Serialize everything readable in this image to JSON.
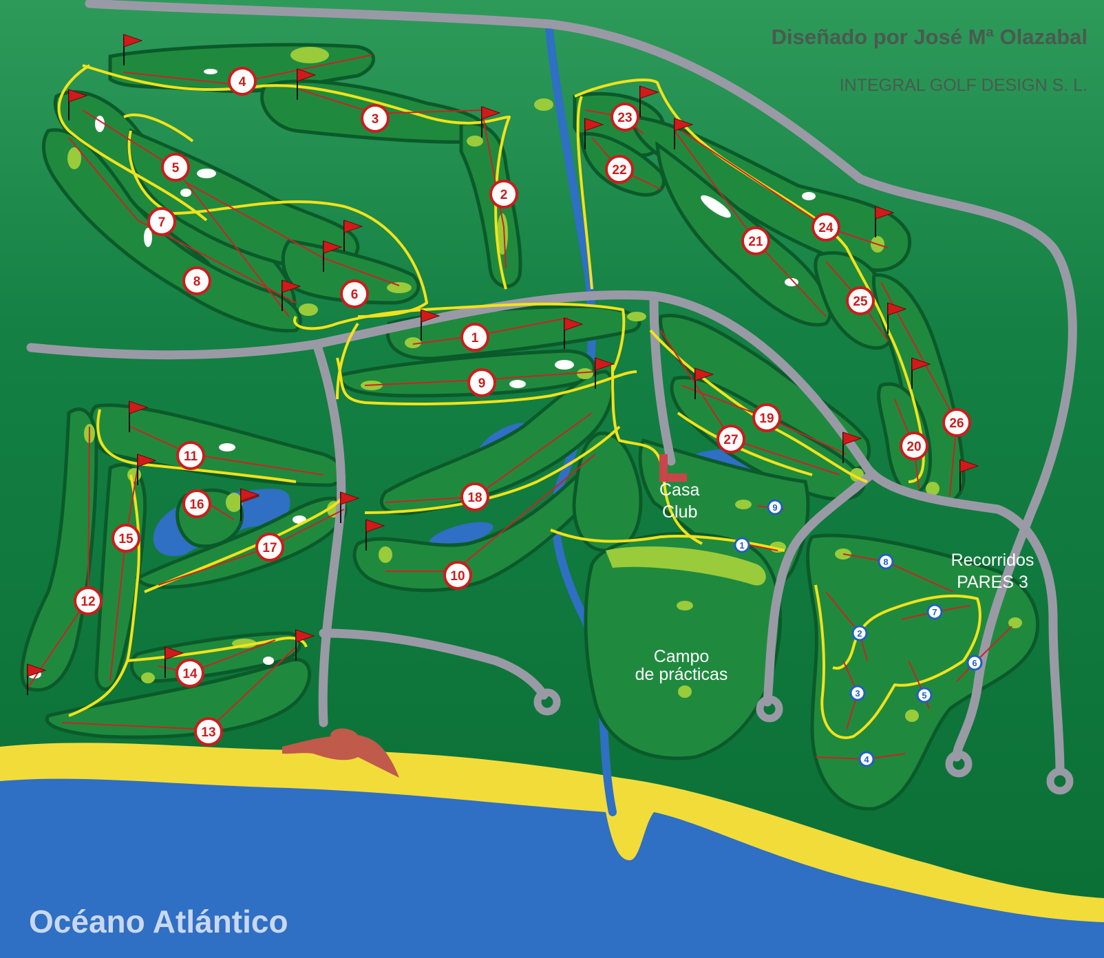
{
  "title": "Diseñado por José Mª Olazabal",
  "subtitle": "INTEGRAL GOLF DESIGN S. L.",
  "ocean_label": "Océano Atlántico",
  "clubhouse": {
    "line1": "Casa",
    "line2": "Club"
  },
  "practice_range": {
    "line1": "Campo",
    "line2": "de prácticas"
  },
  "par3_course": {
    "line1": "Recorridos",
    "line2": "PARES 3"
  },
  "holes": [
    "1",
    "2",
    "3",
    "4",
    "5",
    "6",
    "7",
    "8",
    "9",
    "10",
    "11",
    "12",
    "13",
    "14",
    "15",
    "16",
    "17",
    "18",
    "19",
    "20",
    "21",
    "22",
    "23",
    "24",
    "25",
    "26",
    "27"
  ],
  "par3_holes": [
    "1",
    "2",
    "3",
    "4",
    "5",
    "6",
    "7",
    "8",
    "9"
  ],
  "colors": {
    "land": "#0f7a3c",
    "land_upper": "#2e9a5a",
    "fairway": "#1f8a3e",
    "fairway_edge": "#0b5a2a",
    "road": "#9a9aa6",
    "cart_path": "#f2e21a",
    "water": "#2f6fc4",
    "sand": "#f2dc3a",
    "flag": "#d11a1a",
    "hole_marker": "#cc1c1c",
    "par3_marker": "#1f5fbf",
    "clubhouse": "#c8454a"
  }
}
